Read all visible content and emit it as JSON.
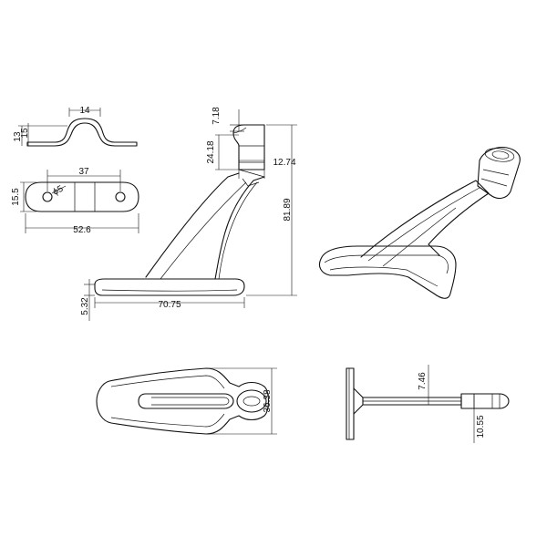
{
  "dimensions": {
    "clip_width": "14",
    "clip_height_a": "13",
    "clip_height_b": "15",
    "hole_spacing": "37",
    "plate_height": "15.5",
    "hole_diameter": "ϕ5",
    "plate_length": "52.6",
    "top_height": "7.18",
    "neck_height": "24.18",
    "head_width": "12.74",
    "total_height": "81.89",
    "base_thickness": "5.32",
    "base_length": "70.75",
    "base_width": "36.38",
    "tube_diameter": "7.46",
    "end_diameter": "10.55"
  }
}
